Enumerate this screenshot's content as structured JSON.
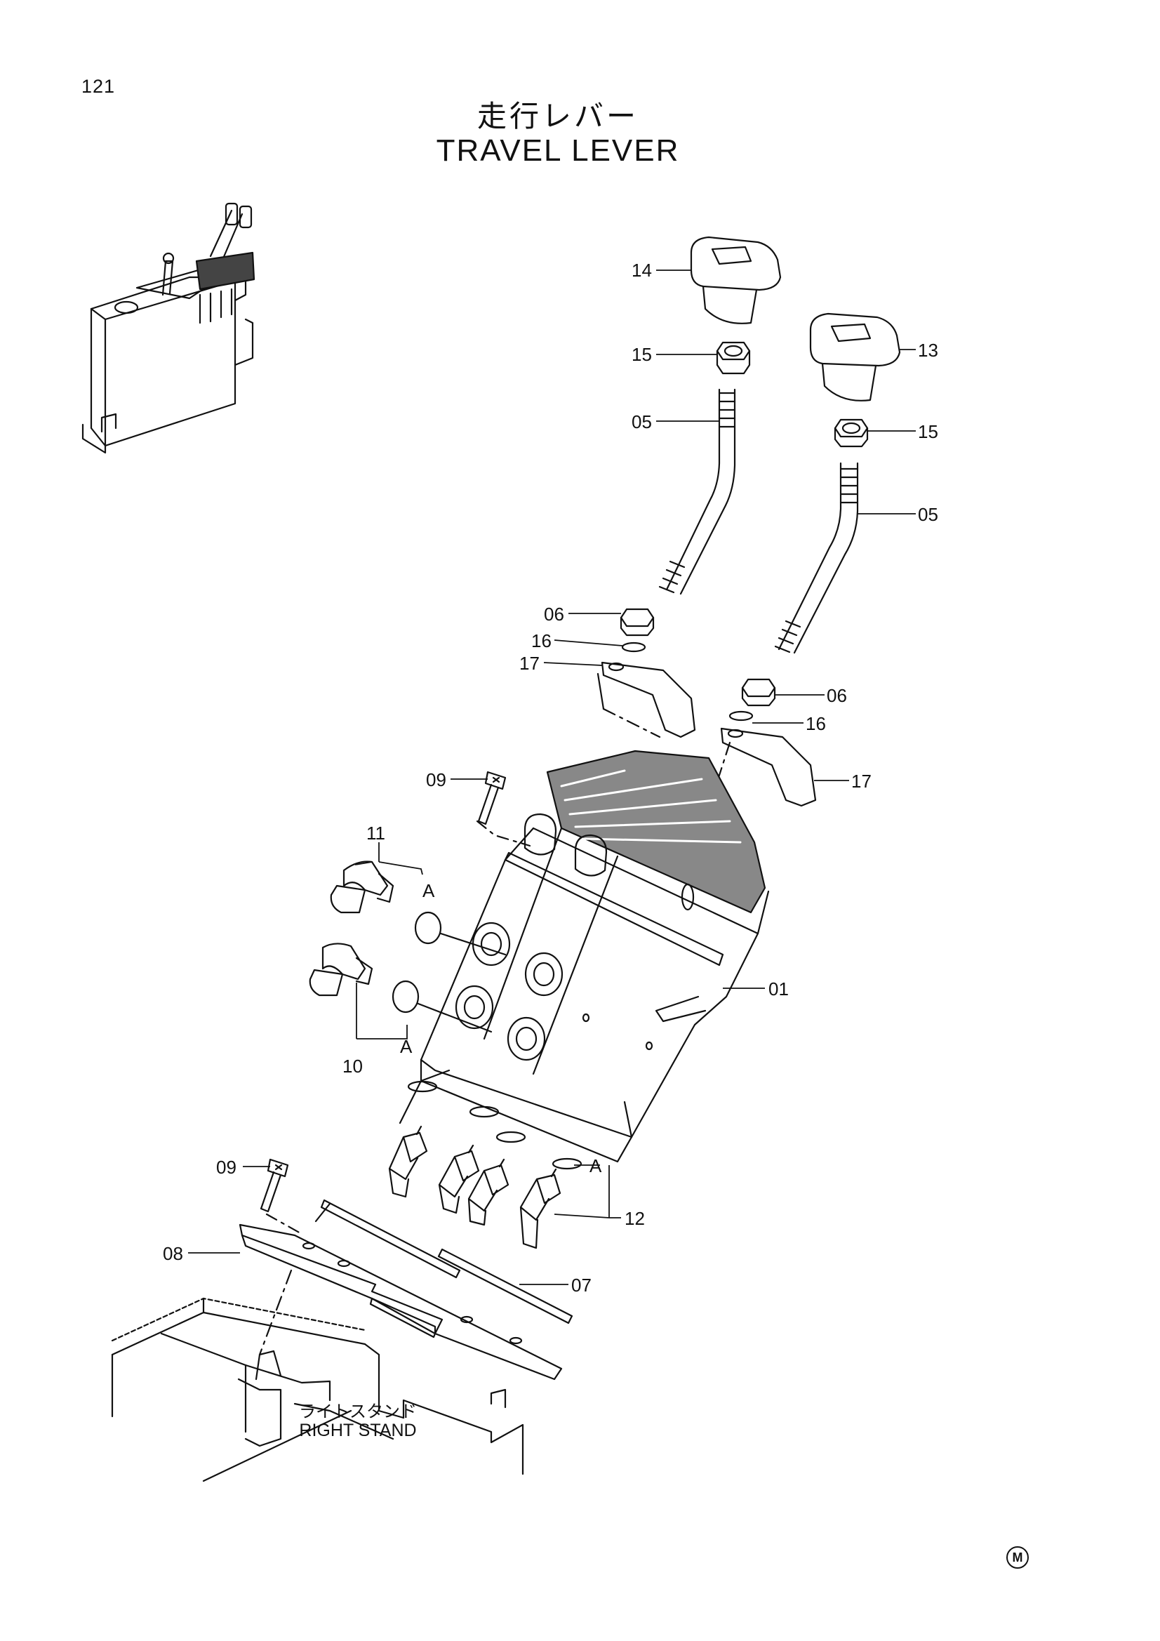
{
  "page": {
    "number": "121",
    "mark": "M"
  },
  "title": {
    "japanese": "走行レバー",
    "english": "TRAVEL LEVER"
  },
  "stand": {
    "japanese": "ライトスタンド",
    "english": "RIGHT STAND"
  },
  "callouts": {
    "p14": "14",
    "p15a": "15",
    "p05a": "05",
    "p13": "13",
    "p15b": "15",
    "p05b": "05",
    "p06a": "06",
    "p16a": "16",
    "p17a": "17",
    "p06b": "06",
    "p16b": "16",
    "p17b": "17",
    "p09a": "09",
    "p11": "11",
    "pAa": "A",
    "p10": "10",
    "pAb": "A",
    "p01": "01",
    "p09b": "09",
    "p08": "08",
    "pAc": "A",
    "p12": "12",
    "p07": "07"
  }
}
